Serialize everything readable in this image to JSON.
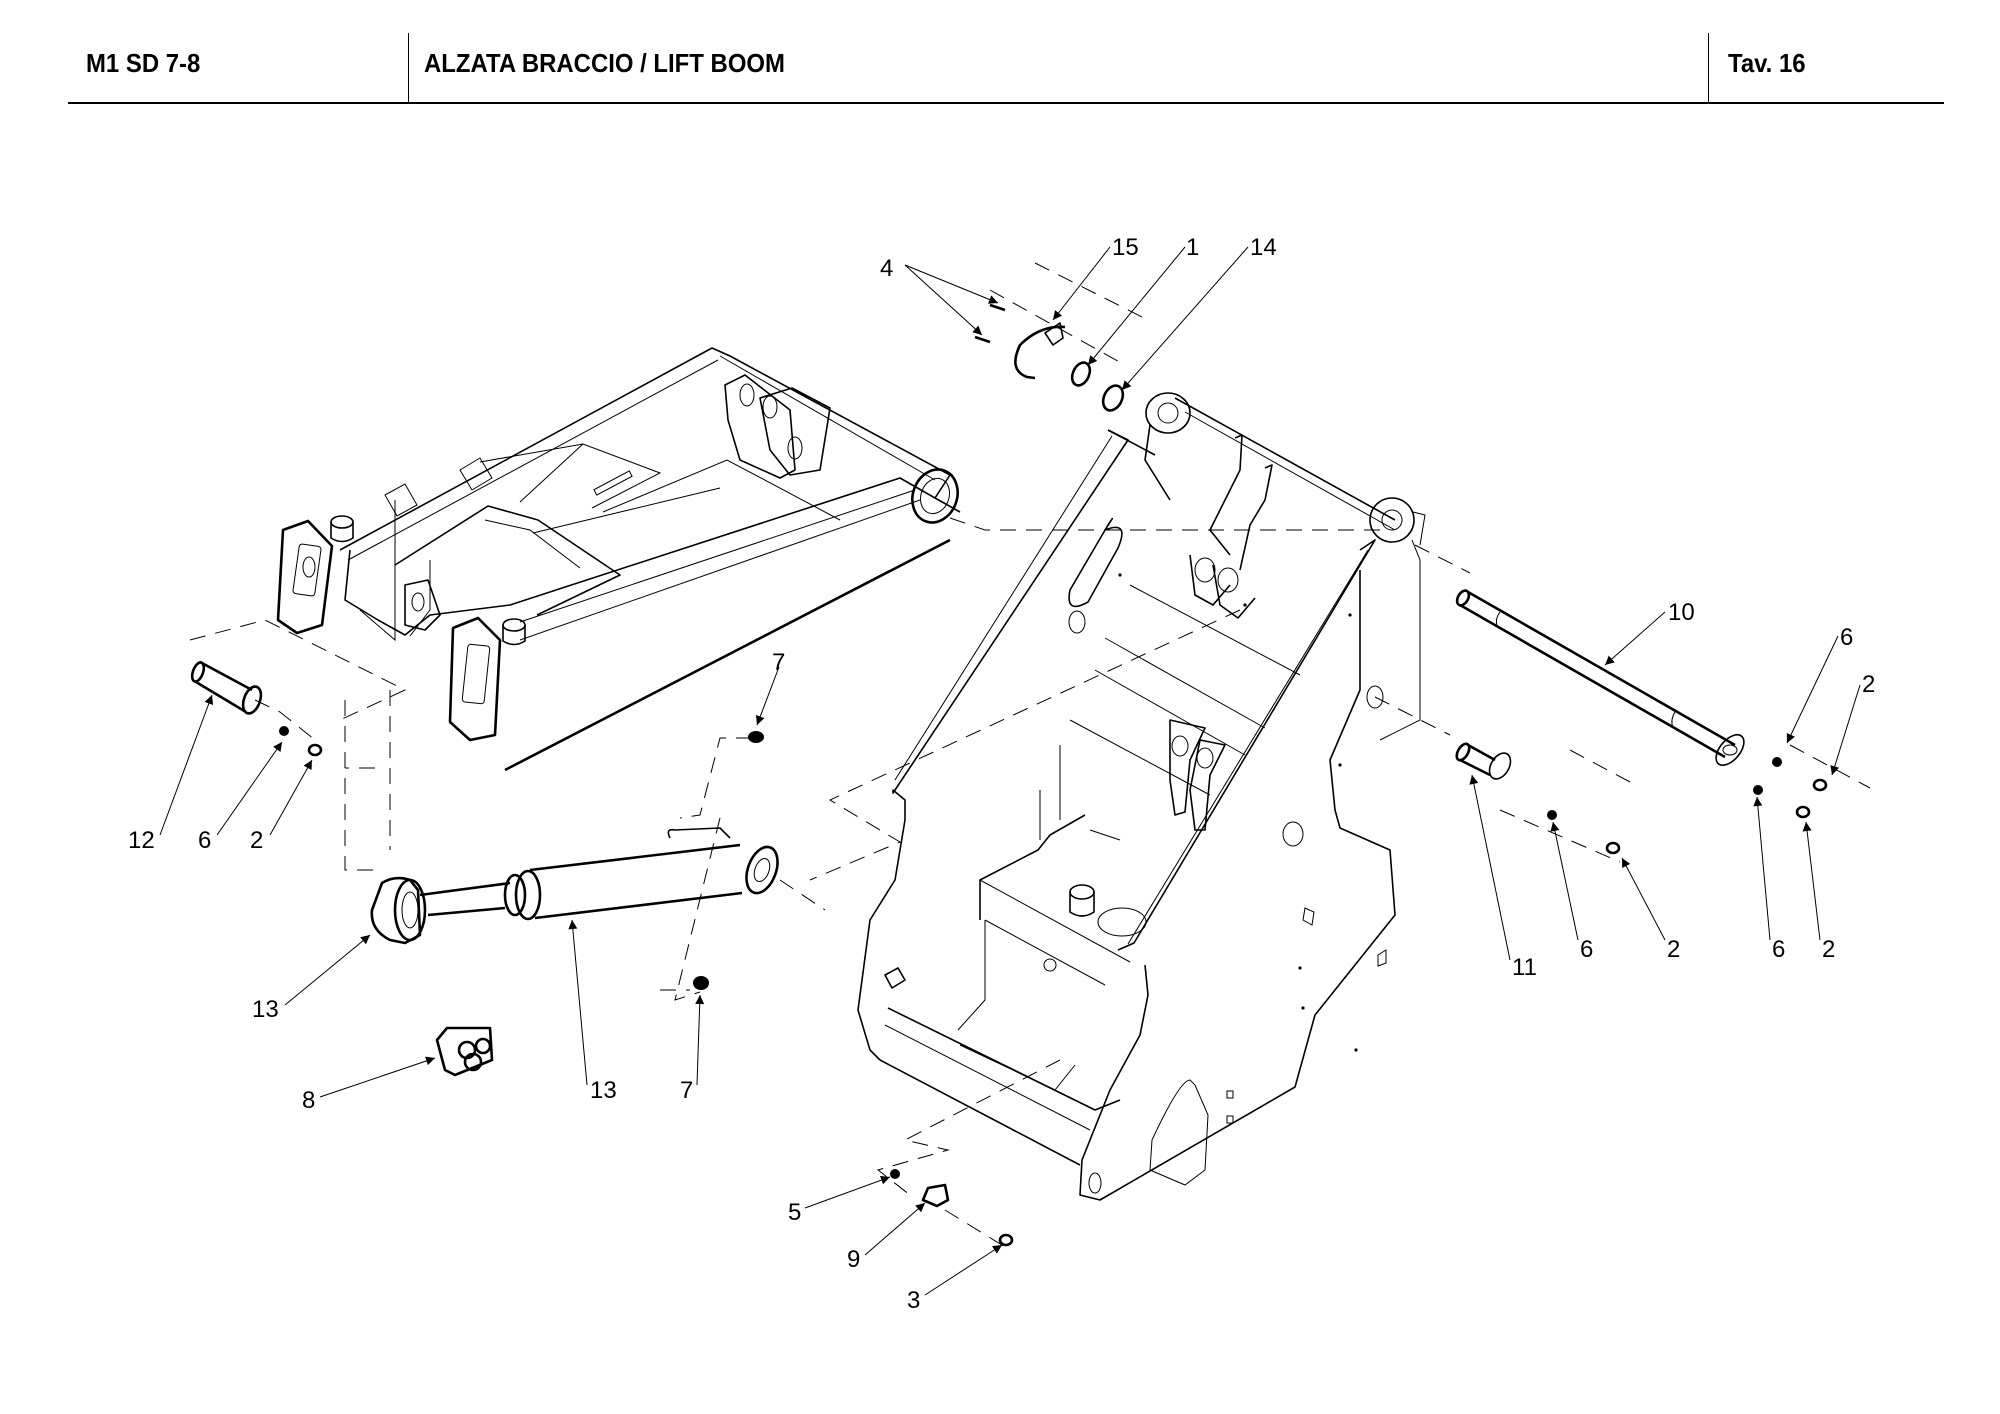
{
  "header": {
    "model": "M1 SD 7-8",
    "title": "ALZATA BRACCIO / LIFT BOOM",
    "table_ref": "Tav.  16"
  },
  "parts": [
    {
      "id": "lift-boom-arm",
      "label": ""
    },
    {
      "id": "main-frame",
      "label": ""
    }
  ],
  "callouts": [
    {
      "key": "c4",
      "text": "4"
    },
    {
      "key": "c15",
      "text": "15"
    },
    {
      "key": "c1",
      "text": "1"
    },
    {
      "key": "c14",
      "text": "14"
    },
    {
      "key": "c10",
      "text": "10"
    },
    {
      "key": "c6a",
      "text": "6"
    },
    {
      "key": "c2a",
      "text": "2"
    },
    {
      "key": "c7a",
      "text": "7"
    },
    {
      "key": "c12",
      "text": "12"
    },
    {
      "key": "c6b",
      "text": "6"
    },
    {
      "key": "c2b",
      "text": "2"
    },
    {
      "key": "c13a",
      "text": "13"
    },
    {
      "key": "c13b",
      "text": "13"
    },
    {
      "key": "c7b",
      "text": "7"
    },
    {
      "key": "c8",
      "text": "8"
    },
    {
      "key": "c11",
      "text": "11"
    },
    {
      "key": "c6c",
      "text": "6"
    },
    {
      "key": "c2c",
      "text": "2"
    },
    {
      "key": "c6d",
      "text": "6"
    },
    {
      "key": "c2d",
      "text": "2"
    },
    {
      "key": "c5",
      "text": "5"
    },
    {
      "key": "c9",
      "text": "9"
    },
    {
      "key": "c3",
      "text": "3"
    }
  ]
}
